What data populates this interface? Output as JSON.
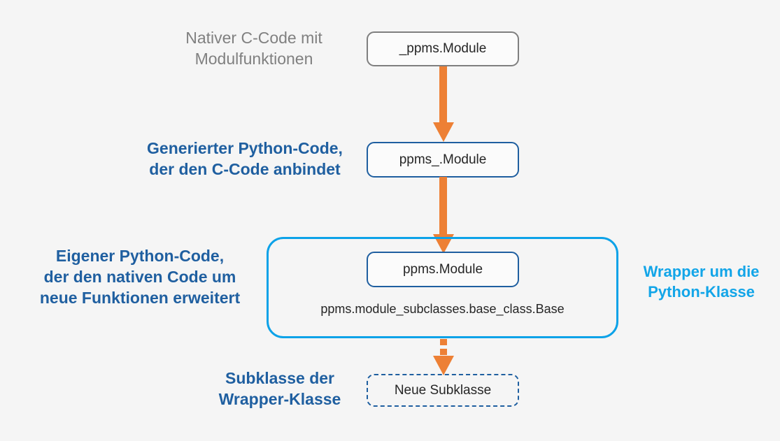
{
  "diagram": {
    "title": "Python wrapper architecture (German)",
    "background_color": "#f5f5f5",
    "colors": {
      "arrow_orange": "#ed8035",
      "navy": "#1f5fa0",
      "cyan": "#0ca2e8",
      "gray": "#808080",
      "text_dark": "#262626"
    }
  },
  "rows": {
    "native": {
      "label": "Nativer C-Code mit\nModulfunktionen",
      "label_color": "#808080",
      "node": "_ppms.Module",
      "node_border_color": "#7f7f7f"
    },
    "generated": {
      "label": "Generierter Python-Code,\nder den C-Code anbindet",
      "label_color": "#1f5fa0",
      "node": "ppms_.Module",
      "node_border_color": "#1f5fa0"
    },
    "own": {
      "label": "Eigener Python-Code,\nder den nativen Code um\nneue Funktionen erweitert",
      "label_color": "#1f5fa0",
      "node": "ppms.Module",
      "node_border_color": "#1f5fa0",
      "base_class": "ppms.module_subclasses.base_class.Base",
      "right_label": "Wrapper um die\nPython-Klasse",
      "right_label_color": "#12a5e8"
    },
    "subclass": {
      "label": "Subklasse der\nWrapper-Klasse",
      "label_color": "#1f5fa0",
      "node": "Neue Subklasse",
      "node_border_color": "#1f5fa0",
      "node_border_style": "dashed"
    }
  },
  "arrows": [
    {
      "name": "arrow-native-to-generated",
      "style": "solid",
      "color": "#ed8035"
    },
    {
      "name": "arrow-generated-to-own",
      "style": "solid",
      "color": "#ed8035"
    },
    {
      "name": "arrow-own-to-subclass",
      "style": "dashed",
      "color": "#ed8035"
    }
  ]
}
